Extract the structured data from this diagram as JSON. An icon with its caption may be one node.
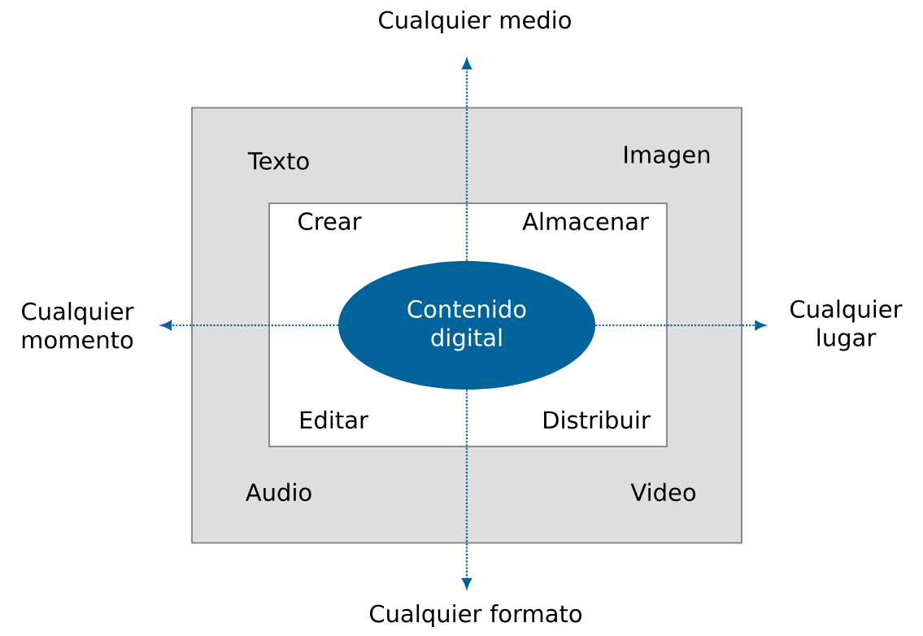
{
  "diagram": {
    "nodes": [
      {
        "text": [
          "Texto",
          "Imagen",
          "Audio",
          "Video"
        ]
      },
      {
        "text": [
          "Crear",
          "Almacenar",
          "Editar",
          "Distribuir"
        ],
        "in": 0
      },
      {
        "text": [
          "Contenido digital"
        ],
        "in": 1
      },
      {
        "text": [
          "Cualquier medio"
        ]
      },
      {
        "text": [
          "Cualquier momento"
        ]
      },
      {
        "text": [
          "Cualquier lugar"
        ]
      },
      {
        "text": [
          "Cualquier formato"
        ]
      }
    ],
    "edges": [
      {
        "from": 2,
        "to": 3,
        "arrow": "to",
        "style": "dashed"
      },
      {
        "from": 2,
        "to": 4,
        "arrow": "to",
        "style": "dashed"
      },
      {
        "from": 2,
        "to": 5,
        "arrow": "to",
        "style": "dashed"
      },
      {
        "from": 2,
        "to": 6,
        "arrow": "to",
        "style": "dashed"
      }
    ]
  }
}
